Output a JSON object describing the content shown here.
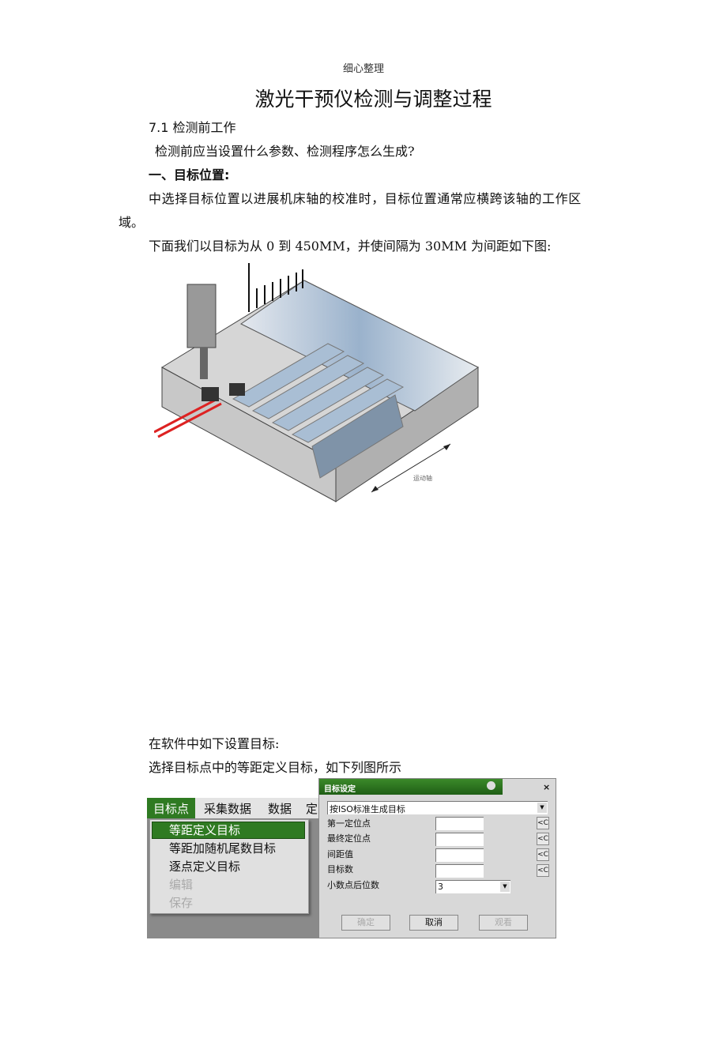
{
  "header": "细心整理",
  "title": "激光干预仪检测与调整过程",
  "section": "7.1 检测前工作",
  "question": "检测前应当设置什么参数、检测程序怎么生成?",
  "heading1": "一、目标位置:",
  "para1_line1": "中选择目标位置以进展机床轴的校准时，目标位置通常应横跨该轴的工作区",
  "para1_line2": "域。",
  "para2": "下面我们以目标为从 0 到 450MM，并使间隔为 30MM 为间距如下图:",
  "figure_label": "运动轴",
  "para3": "在软件中如下设置目标:",
  "para4": "选择目标点中的等距定义目标，如下列图所示",
  "menu": {
    "bar": [
      "目标点",
      "采集数据",
      "数据",
      "定"
    ],
    "items": [
      "等距定义目标",
      "等距加随机尾数目标",
      "逐点定义目标",
      "编辑",
      "保存"
    ]
  },
  "dialog": {
    "title": "目标设定",
    "close": "×",
    "mode": "按ISO标准生成目标",
    "fields": [
      "第一定位点",
      "最终定位点",
      "间距值",
      "目标数"
    ],
    "decimals_label": "小数点后位数",
    "decimals_value": "3",
    "fetch_btn": "<C",
    "buttons": [
      "确定",
      "取消",
      "观看"
    ]
  },
  "colors": {
    "menu_green": "#2f7a22"
  }
}
